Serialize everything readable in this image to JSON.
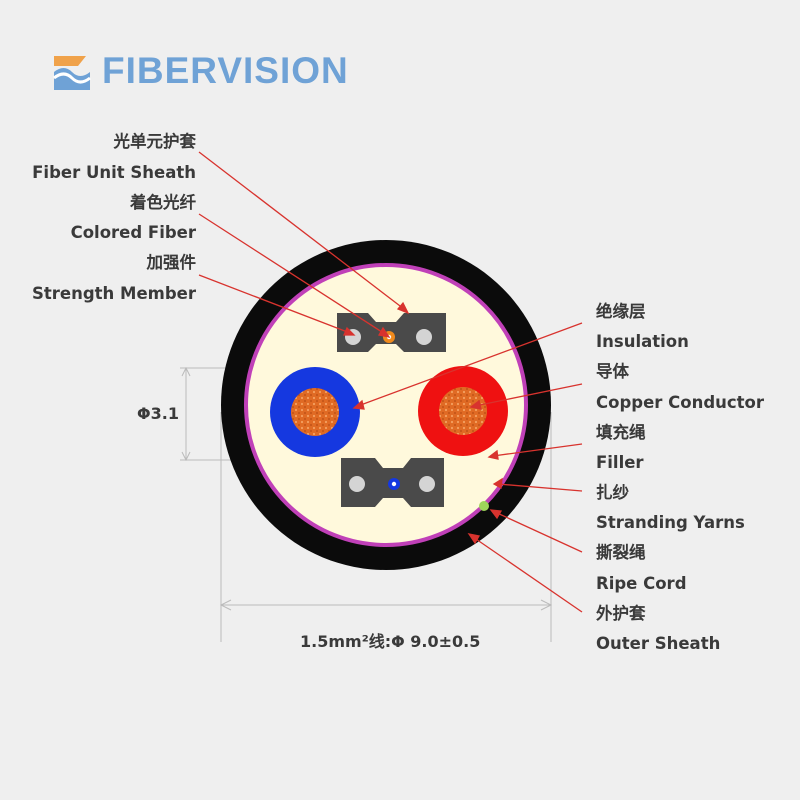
{
  "brand": {
    "name": "FIBERVISION",
    "color": "#6fa2d6",
    "accent": "#f0a24a"
  },
  "labels_left": [
    {
      "zh": "光单元护套",
      "en": "Fiber Unit Sheath"
    },
    {
      "zh": "着色光纤",
      "en": "Colored Fiber"
    },
    {
      "zh": "加强件",
      "en": "Strength Member"
    }
  ],
  "labels_right": [
    {
      "zh": "绝缘层",
      "en": "Insulation"
    },
    {
      "zh": "导体",
      "en": "Copper Conductor"
    },
    {
      "zh": "填充绳",
      "en": "Filler"
    },
    {
      "zh": "扎纱",
      "en": "Stranding Yarns"
    },
    {
      "zh": "撕裂绳",
      "en": "Ripe Cord"
    },
    {
      "zh": "外护套",
      "en": "Outer Sheath"
    }
  ],
  "dimensions": {
    "unit_height": "Φ3.1",
    "overall": "1.5mm²线:Φ 9.0±0.5"
  },
  "colors": {
    "outer_sheath": "#0b0b0b",
    "binder": "#c040b8",
    "filler": "#fff9dc",
    "insulation_blue": "#1538e0",
    "insulation_red": "#ef1111",
    "copper": "#e06a24",
    "leader_line": "#d8332e",
    "ripcord": "#9ed65a"
  }
}
